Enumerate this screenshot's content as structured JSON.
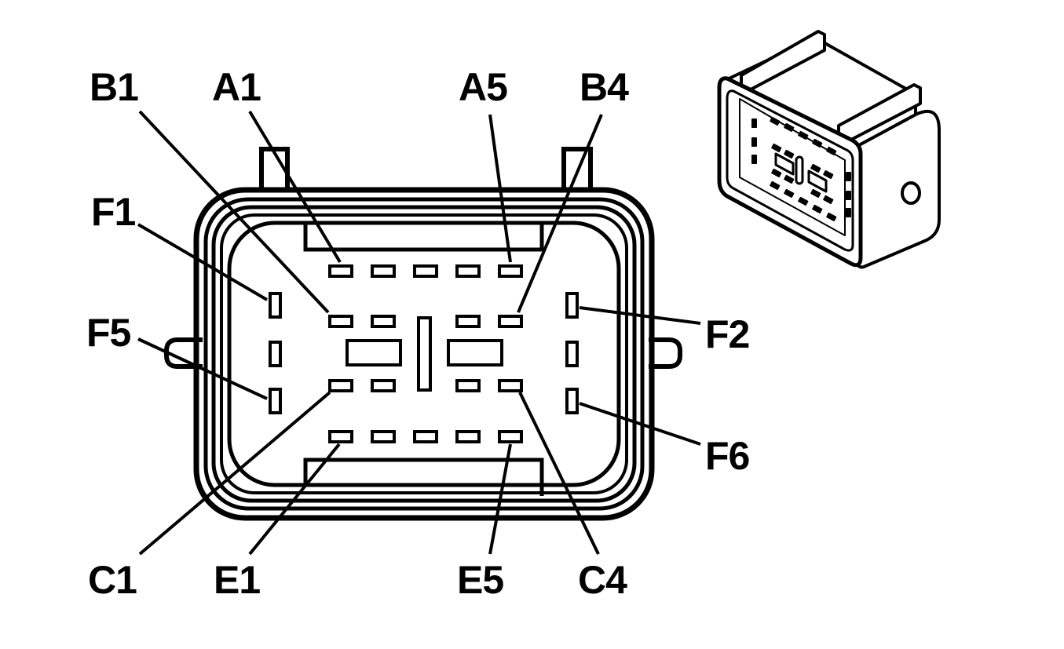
{
  "diagram": {
    "type": "connector-pinout",
    "labels": {
      "B1": "B1",
      "A1": "A1",
      "A5": "A5",
      "B4": "B4",
      "F1": "F1",
      "F5": "F5",
      "F2": "F2",
      "F6": "F6",
      "C1": "C1",
      "E1": "E1",
      "E5": "E5",
      "C4": "C4"
    },
    "colors": {
      "line": "#000000",
      "background": "#ffffff"
    }
  }
}
